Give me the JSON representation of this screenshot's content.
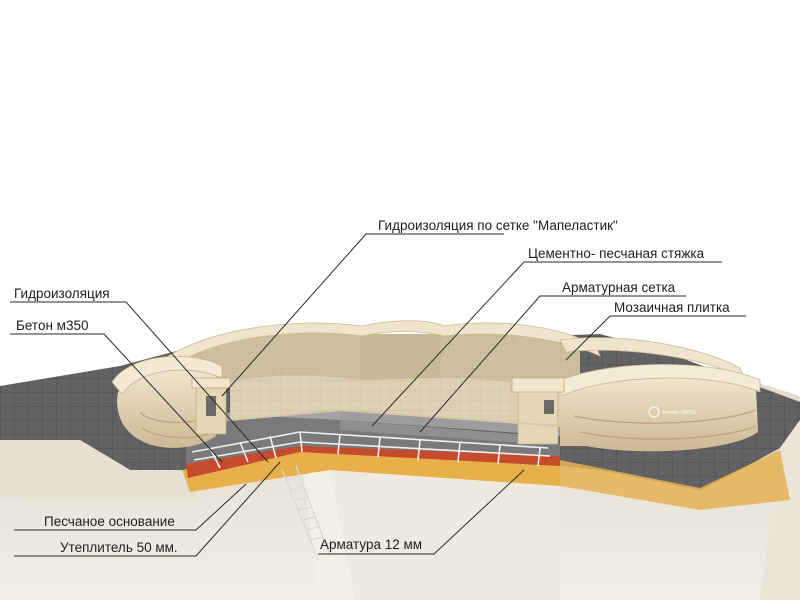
{
  "labels": {
    "mapelastic": "Гидроизоляция по сетке \"Мапеластик\"",
    "screed": "Цементно- песчаная стяжка",
    "mesh": "Арматурная сетка",
    "mosaic": "Мозаичная плитка",
    "waterproofing": "Гидроизоляция",
    "concrete": "Бетон м350",
    "sand": "Песчаное основание",
    "insulation": "Утеплитель 50 мм.",
    "rebar": "Арматура 12 мм"
  },
  "logo": {
    "text": "Фонтан ORTIS"
  },
  "colors": {
    "paving": "#5f5f62",
    "ground": "#e2dccf",
    "sand": "#e9b24a",
    "insulation": "#c84a2c",
    "concrete": "#7b7b7b",
    "stone": "#e8d9bc",
    "leader": "#2a2a2a"
  }
}
